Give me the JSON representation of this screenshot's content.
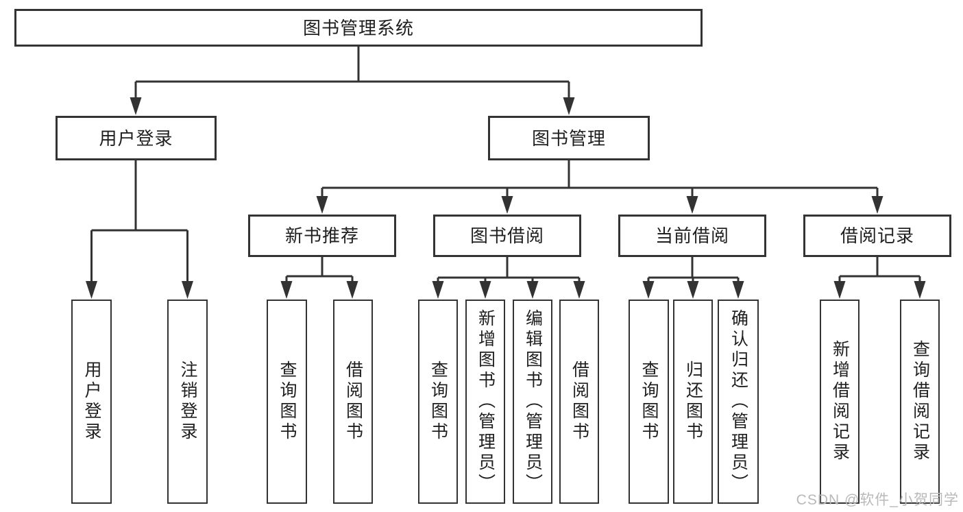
{
  "tree": {
    "root": {
      "label": "图书管理系统"
    },
    "branches": [
      {
        "label": "用户登录",
        "children": [
          {
            "label": "用户登录"
          },
          {
            "label": "注销登录"
          }
        ]
      },
      {
        "label": "图书管理",
        "groups": [
          {
            "label": "新书推荐",
            "children": [
              {
                "label": "查询图书"
              },
              {
                "label": "借阅图书"
              }
            ]
          },
          {
            "label": "图书借阅",
            "children": [
              {
                "label": "查询图书"
              },
              {
                "label": "新增图书（管理员）"
              },
              {
                "label": "编辑图书（管理员）"
              },
              {
                "label": "借阅图书"
              }
            ]
          },
          {
            "label": "当前借阅",
            "children": [
              {
                "label": "查询图书"
              },
              {
                "label": "归还图书"
              },
              {
                "label": "确认归还（管理员）"
              }
            ]
          },
          {
            "label": "借阅记录",
            "children": [
              {
                "label": "新增借阅记录"
              },
              {
                "label": "查询借阅记录"
              }
            ]
          }
        ]
      }
    ]
  },
  "watermark": {
    "text": "CSDN @软件_小贺同学"
  },
  "colors": {
    "line": "#333333",
    "text": "#1f1f1f",
    "watermark": "#b9b9b9",
    "background": "#ffffff"
  }
}
